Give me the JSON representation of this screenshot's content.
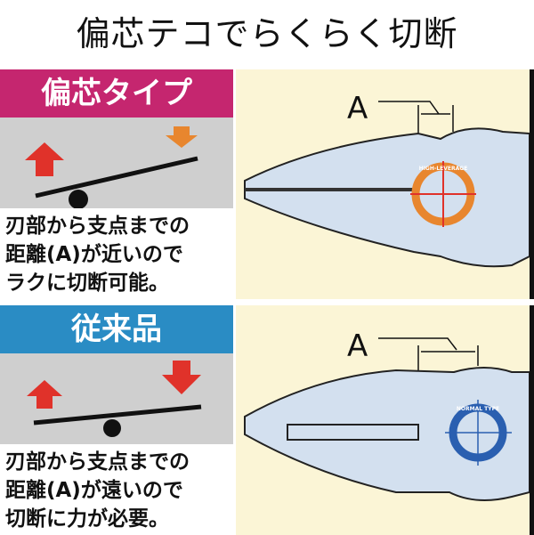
{
  "title": "偏芯テコでらくらく切断",
  "sections": [
    {
      "heading": "偏芯タイプ",
      "heading_color": "#c5266f",
      "description": "刃部から支点までの\n距離(A)が近いので\nラクに切断可能。",
      "dimension_label": "A",
      "badge_text": "HIGH-LEVERAGE",
      "arrow_left_color": "#e0322a",
      "arrow_right_color": "#e8862e"
    },
    {
      "heading": "従来品",
      "heading_color": "#2a8cc4",
      "description": "刃部から支点までの\n距離(A)が遠いので\n切断に力が必要。",
      "dimension_label": "A",
      "badge_text": "NORMAL TYPE",
      "arrow_left_color": "#e0322a",
      "arrow_right_color": "#e0322a"
    }
  ]
}
